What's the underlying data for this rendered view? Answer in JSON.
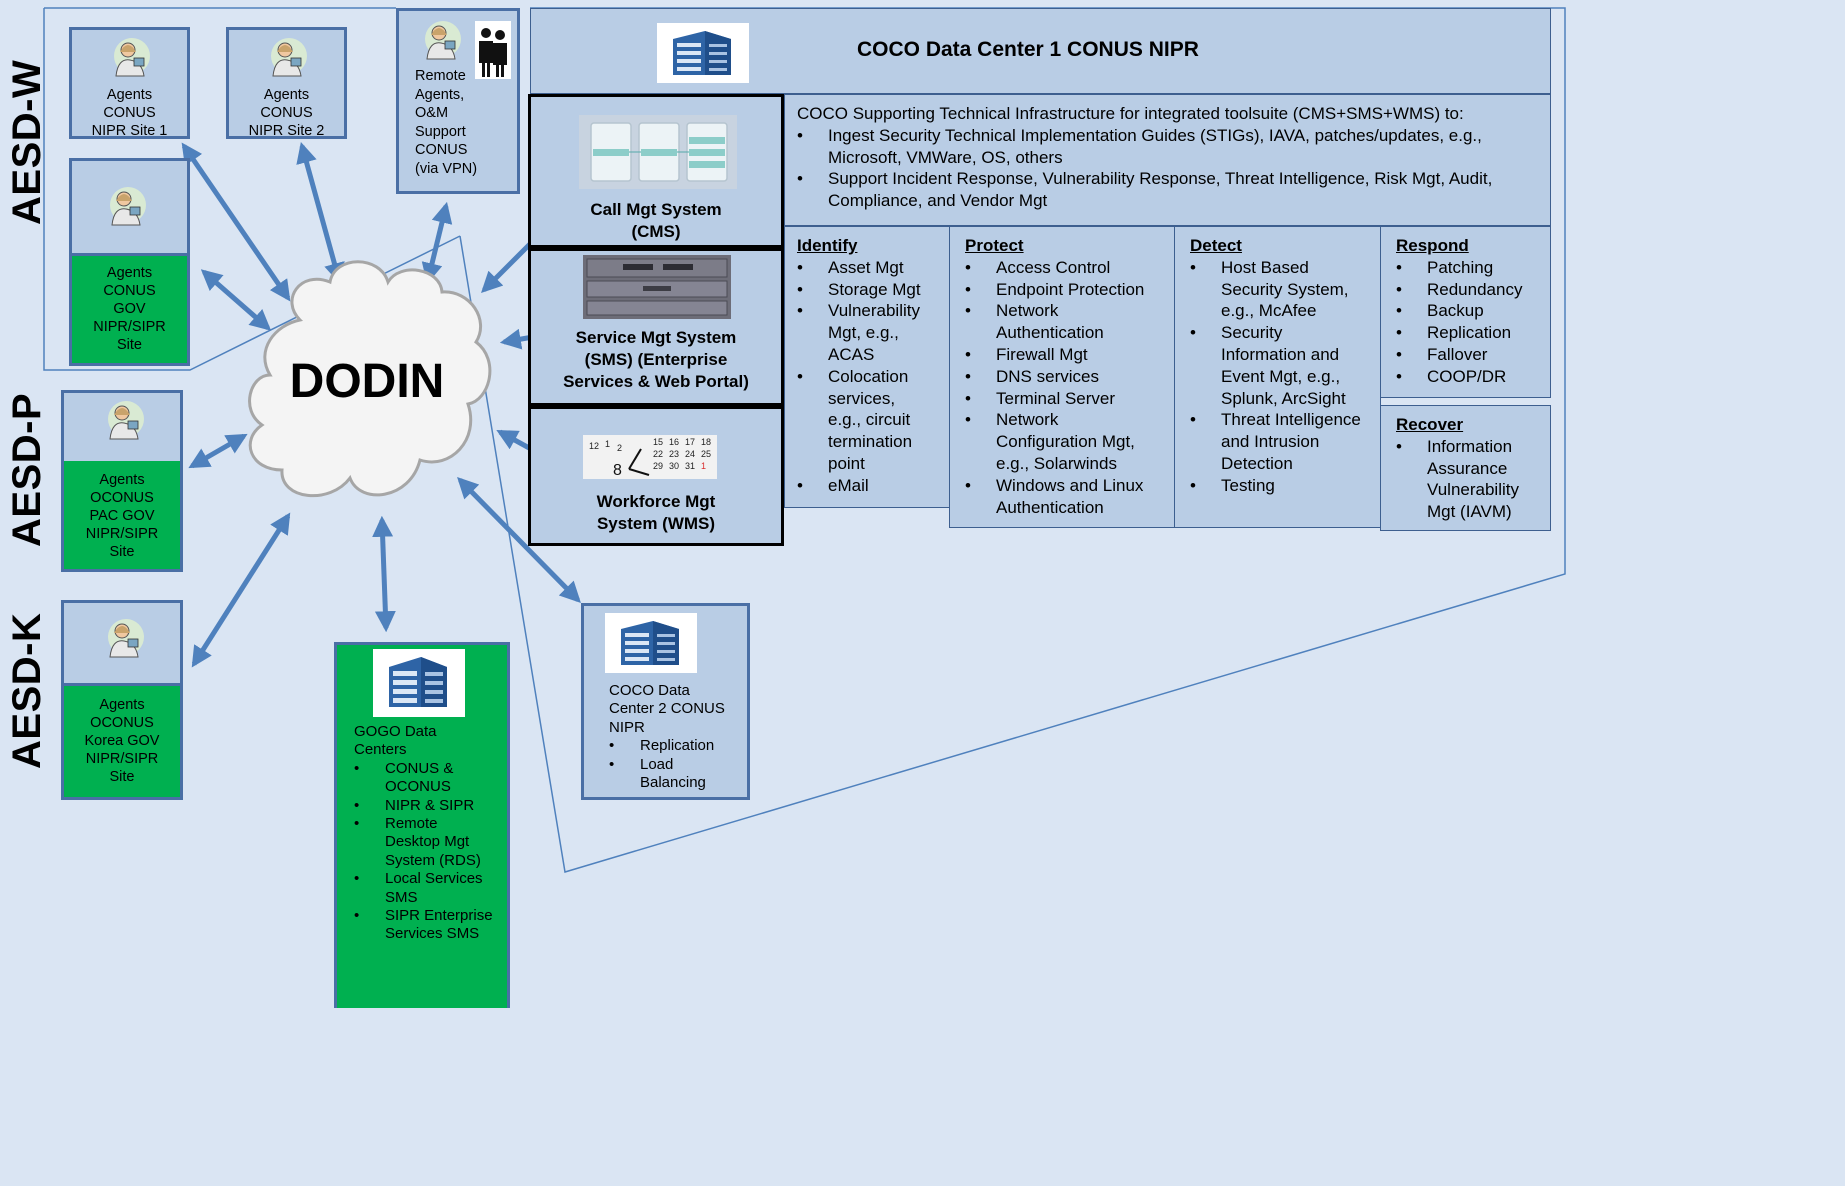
{
  "regions": {
    "west": "AESD-W",
    "pacific": "AESD-P",
    "korea": "AESD-K"
  },
  "agents": {
    "site1": "Agents\nCONUS\nNIPR Site 1",
    "site2": "Agents\nCONUS\nNIPR Site 2",
    "gov": "Agents\nCONUS\nGOV\nNIPR/SIPR\nSite",
    "remote": "Remote\nAgents,\nO&M\nSupport\nCONUS\n(via VPN)",
    "pac": "Agents\nOCONUS\nPAC GOV\nNIPR/SIPR\nSite",
    "korea": "Agents\nOCONUS\nKorea GOV\nNIPR/SIPR\nSite"
  },
  "network": {
    "label": "DODIN"
  },
  "datacenter1": {
    "title": "COCO Data Center 1 CONUS NIPR",
    "infra_intro": "COCO Supporting Technical Infrastructure for integrated toolsuite (CMS+SMS+WMS) to:",
    "infra_items": [
      "Ingest Security Technical Implementation Guides (STIGs), IAVA, patches/updates, e.g., Microsoft, VMWare, OS, others",
      "Support Incident Response, Vulnerability Response, Threat Intelligence, Risk Mgt, Audit, Compliance, and Vendor Mgt"
    ]
  },
  "systems": {
    "cms": "Call Mgt System\n(CMS)",
    "sms": "Service Mgt System\n(SMS) (Enterprise\nServices & Web Portal)",
    "wms": "Workforce Mgt\nSystem (WMS)"
  },
  "categories": {
    "identify": {
      "title": "Identify",
      "items": [
        "Asset Mgt",
        "Storage Mgt",
        "Vulnerability Mgt, e.g., ACAS",
        "Colocation services, e.g., circuit termination point",
        "eMail"
      ]
    },
    "protect": {
      "title": "Protect",
      "items": [
        "Access Control",
        "Endpoint Protection",
        "Network Authentication",
        "Firewall Mgt",
        "DNS services",
        "Terminal Server",
        "Network Configuration Mgt, e.g., Solarwinds",
        "Windows and Linux Authentication"
      ]
    },
    "detect": {
      "title": "Detect",
      "items": [
        "Host Based Security System, e.g., McAfee",
        "Security Information and Event Mgt, e.g., Splunk, ArcSight",
        "Threat Intelligence and Intrusion Detection",
        "Testing"
      ]
    },
    "respond": {
      "title": "Respond",
      "items": [
        "Patching",
        "Redundancy",
        "Backup",
        "Replication",
        "Fallover",
        "COOP/DR"
      ]
    },
    "recover": {
      "title": "Recover",
      "items": [
        "Information Assurance Vulnerability Mgt (IAVM)"
      ]
    }
  },
  "gogo": {
    "title": "GOGO Data\nCenters",
    "items": [
      "CONUS & OCONUS",
      "NIPR & SIPR",
      "Remote Desktop Mgt System (RDS)",
      "Local Services SMS",
      "SIPR Enterprise Services SMS"
    ]
  },
  "datacenter2": {
    "title": "COCO Data\nCenter 2 CONUS\nNIPR",
    "items": [
      "Replication",
      "Load Balancing"
    ]
  },
  "colors": {
    "background": "#dae5f3",
    "box_fill": "#b9cde5",
    "box_border": "#4a6fa5",
    "green": "#00b050",
    "arrow": "#4f81bd"
  }
}
